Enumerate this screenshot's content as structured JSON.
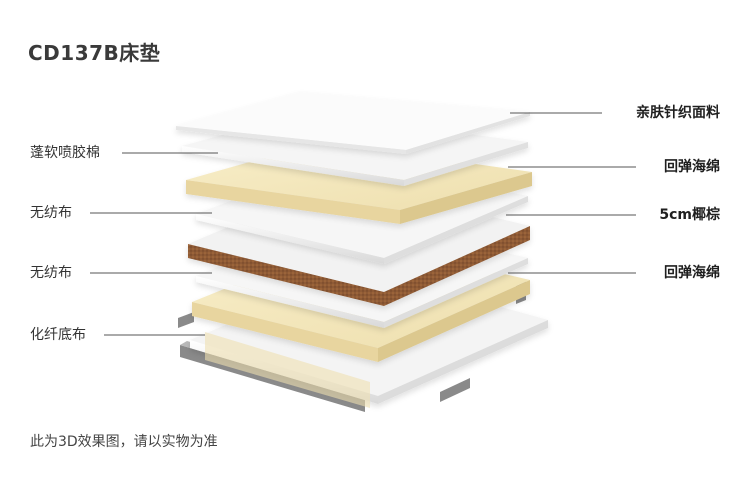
{
  "title": "CD137B床垫",
  "note": "此为3D效果图，请以实物为准",
  "left_labels": [
    {
      "text": "蓬软喷胶棉"
    },
    {
      "text": "无纺布"
    },
    {
      "text": "无纺布"
    },
    {
      "text": "化纤底布"
    }
  ],
  "right_labels": [
    {
      "text": "亲肤针织面料"
    },
    {
      "text": "回弹海绵"
    },
    {
      "text": "5cm椰棕"
    },
    {
      "text": "回弹海绵"
    }
  ],
  "colors": {
    "fabric": "#f7f7f7",
    "foam": "#f1e3b6",
    "coir": "#8e5a35",
    "frame": "#8a8a8a",
    "line": "#555555"
  }
}
